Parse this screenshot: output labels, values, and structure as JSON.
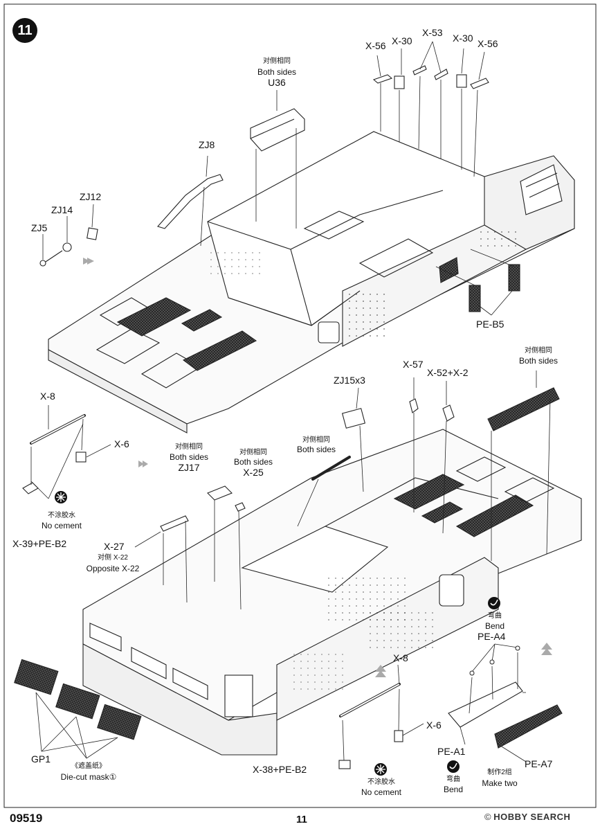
{
  "header": {
    "step": "11"
  },
  "footer": {
    "code": "09519",
    "page": "11",
    "watermark_mark": "©",
    "watermark_brand": "HOBBY SEARCH"
  },
  "labels": {
    "u36_cn": "对侧相同",
    "u36_en": "Both sides",
    "u36": "U36",
    "x56_l": "X-56",
    "x30_l": "X-30",
    "x53": "X-53",
    "x30_r": "X-30",
    "x56_r": "X-56",
    "zj8": "ZJ8",
    "zj12": "ZJ12",
    "zj14": "ZJ14",
    "zj5": "ZJ5",
    "pe_b5": "PE-B5",
    "right_top_cn": "对侧相同",
    "right_top_en": "Both sides",
    "x57": "X-57",
    "x52x2": "X-52+X-2",
    "zj15": "ZJ15x3",
    "x8_a": "X-8",
    "x6_a": "X-6",
    "nocem_cn_a": "不涂胶水",
    "nocem_en_a": "No cement",
    "x39": "X-39+PE-B2",
    "zj17_cn": "对侧相同",
    "zj17_en": "Both sides",
    "zj17": "ZJ17",
    "x25_cn": "对侧相同",
    "x25_en": "Both sides",
    "x25": "X-25",
    "mid_cn": "对侧相同",
    "mid_en": "Both sides",
    "x27": "X-27",
    "opp_cn": "对侧 X-22",
    "opp_en": "Opposite X-22",
    "bend_cn_a": "弯曲",
    "bend_en_a": "Bend",
    "pe_a4": "PE-A4",
    "x8_b": "X-8",
    "x6_b": "X-6",
    "gp1": "GP1",
    "mask_cn": "《遮盖纸》",
    "mask_en": "Die-cut mask①",
    "x38": "X-38+PE-B2",
    "nocem_cn_b": "不涂胶水",
    "nocem_en_b": "No cement",
    "pe_a1": "PE-A1",
    "bend_cn_b": "弯曲",
    "bend_en_b": "Bend",
    "make_cn": "制作2组",
    "make_en": "Make two",
    "pe_a7": "PE-A7"
  }
}
